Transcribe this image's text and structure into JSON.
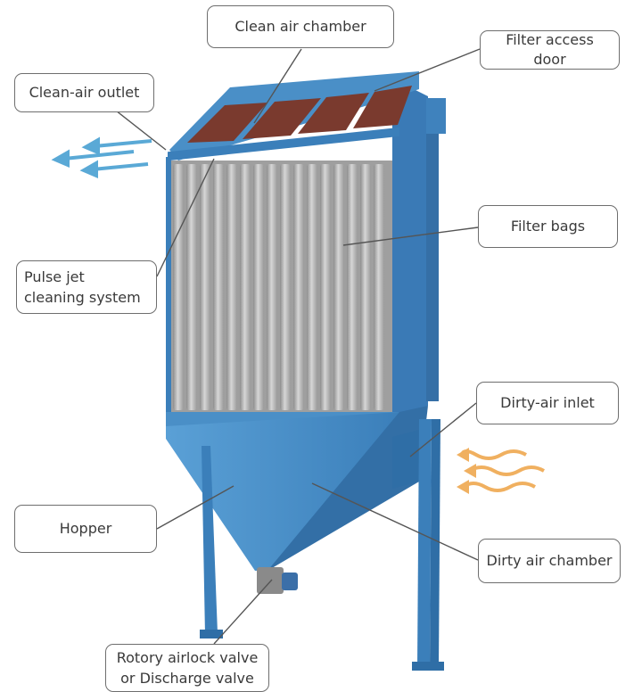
{
  "labels": {
    "clean_air_chamber": "Clean air chamber",
    "filter_access_door": "Filter access door",
    "clean_air_outlet": "Clean-air outlet",
    "filter_bags": "Filter bags",
    "pulse_jet_line1": "Pulse jet",
    "pulse_jet_line2": "cleaning system",
    "dirty_air_inlet": "Dirty-air inlet",
    "hopper": "Hopper",
    "dirty_air_chamber": "Dirty air chamber",
    "valve_line1": "Rotory airlock valve",
    "valve_line2": "or Discharge valve"
  },
  "colors": {
    "housing": "#4a8fc7",
    "housing_dark": "#2f6ea6",
    "bags": "#b3b3b3",
    "top_panels": "#7a3a2e",
    "outlet_arrows": "#5aa9d6",
    "inlet_arrows": "#f0b060"
  }
}
